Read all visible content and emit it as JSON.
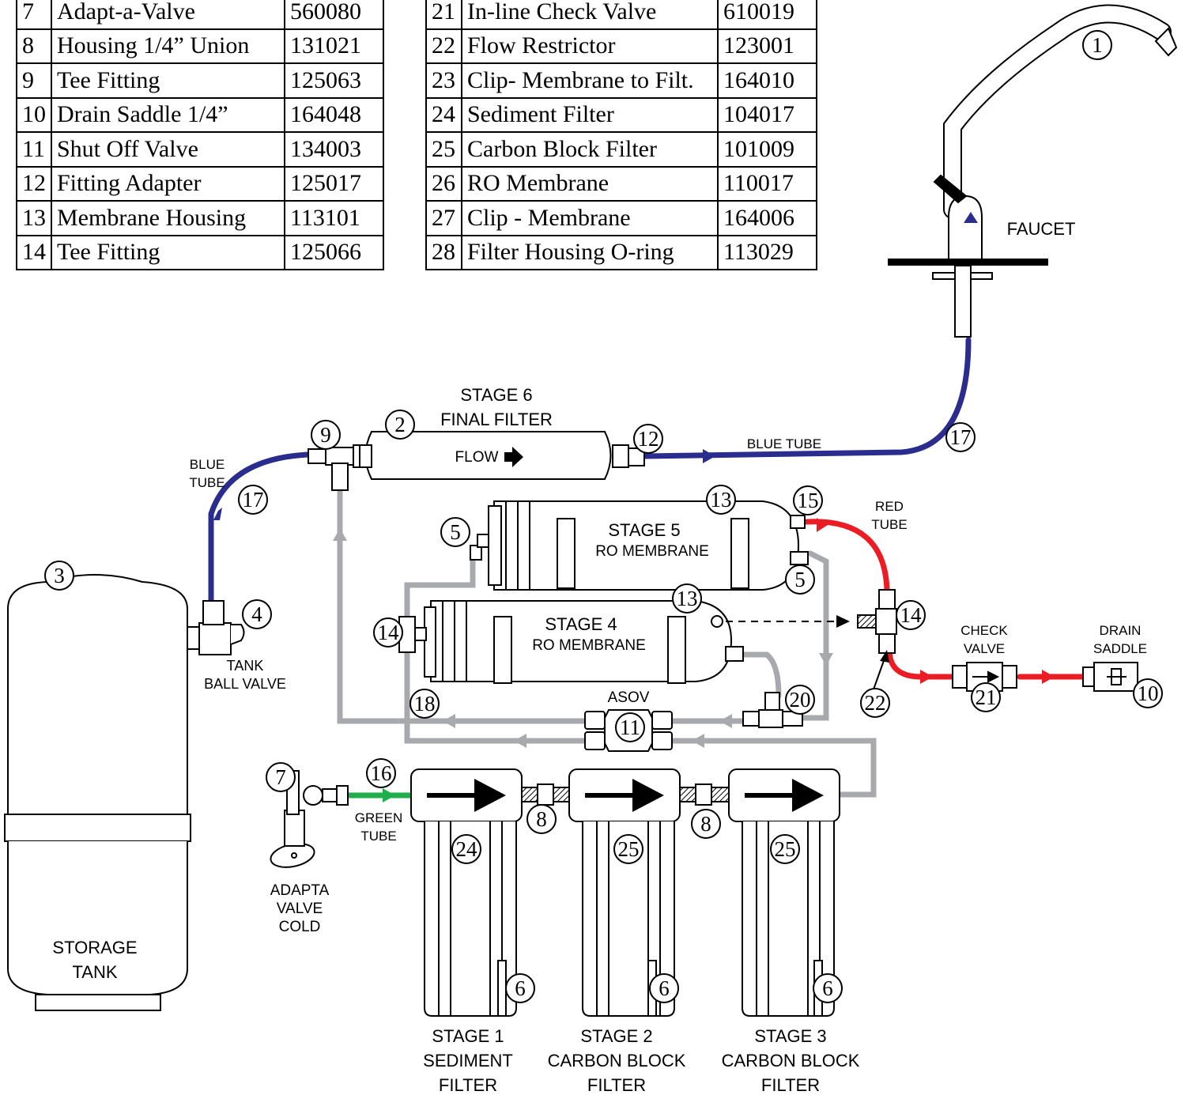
{
  "parts_table_left": [
    {
      "num": "7",
      "desc": "Adapt-a-Valve",
      "part": "560080"
    },
    {
      "num": "8",
      "desc": "Housing 1/4” Union",
      "part": "131021"
    },
    {
      "num": "9",
      "desc": "Tee Fitting",
      "part": "125063"
    },
    {
      "num": "10",
      "desc": "Drain Saddle 1/4”",
      "part": "164048"
    },
    {
      "num": "11",
      "desc": "Shut Off Valve",
      "part": "134003"
    },
    {
      "num": "12",
      "desc": "Fitting Adapter",
      "part": "125017"
    },
    {
      "num": "13",
      "desc": "Membrane Housing",
      "part": "113101"
    },
    {
      "num": "14",
      "desc": "Tee Fitting",
      "part": "125066"
    }
  ],
  "parts_table_right": [
    {
      "num": "21",
      "desc": "In-line Check Valve",
      "part": "610019"
    },
    {
      "num": "22",
      "desc": "Flow Restrictor",
      "part": "123001"
    },
    {
      "num": "23",
      "desc": "Clip- Membrane to Filt.",
      "part": "164010"
    },
    {
      "num": "24",
      "desc": "Sediment Filter",
      "part": "104017"
    },
    {
      "num": "25",
      "desc": "Carbon Block Filter",
      "part": "101009"
    },
    {
      "num": "26",
      "desc": "RO Membrane",
      "part": "110017"
    },
    {
      "num": "27",
      "desc": "Clip - Membrane",
      "part": "164006"
    },
    {
      "num": "28",
      "desc": "Filter Housing O-ring",
      "part": "113029"
    }
  ],
  "labels": {
    "faucet": "FAUCET",
    "stage6_line1": "STAGE 6",
    "stage6_line2": "FINAL FILTER",
    "flow": "FLOW",
    "blue_tube": "BLUE TUBE",
    "blue_tube_l1": "BLUE",
    "blue_tube_l2": "TUBE",
    "red_tube_l1": "RED",
    "red_tube_l2": "TUBE",
    "stage5_line1": "STAGE 5",
    "stage5_line2": "RO MEMBRANE",
    "stage4_line1": "STAGE 4",
    "stage4_line2": "RO MEMBRANE",
    "tank_valve_l1": "TANK",
    "tank_valve_l2": "BALL VALVE",
    "check_valve_l1": "CHECK",
    "check_valve_l2": "VALVE",
    "drain_saddle_l1": "DRAIN",
    "drain_saddle_l2": "SADDLE",
    "asov": "ASOV",
    "green_tube_l1": "GREEN",
    "green_tube_l2": "TUBE",
    "adapta_l1": "ADAPTA",
    "adapta_l2": "VALVE",
    "adapta_l3": "COLD",
    "storage_l1": "STORAGE",
    "storage_l2": "TANK",
    "stage1_l1": "STAGE 1",
    "stage1_l2": "SEDIMENT",
    "stage1_l3": "FILTER",
    "stage2_l1": "STAGE 2",
    "stage2_l2": "CARBON BLOCK",
    "stage2_l3": "FILTER",
    "stage3_l1": "STAGE 3",
    "stage3_l2": "CARBON BLOCK",
    "stage3_l3": "FILTER"
  },
  "callouts": {
    "c1": "1",
    "c2": "2",
    "c3": "3",
    "c4": "4",
    "c5a": "5",
    "c5b": "5",
    "c6a": "6",
    "c6b": "6",
    "c6c": "6",
    "c7": "7",
    "c8a": "8",
    "c8b": "8",
    "c9": "9",
    "c10": "10",
    "c11": "11",
    "c12": "12",
    "c13a": "13",
    "c13b": "13",
    "c14a": "14",
    "c14b": "14",
    "c15": "15",
    "c16": "16",
    "c17a": "17",
    "c17b": "17",
    "c18": "18",
    "c20": "20",
    "c21": "21",
    "c22": "22",
    "c24": "24",
    "c25a": "25",
    "c25b": "25"
  },
  "colors": {
    "blue_tube": "#2b2d8e",
    "red_tube": "#ec1c24",
    "green_tube": "#1fae4b",
    "gray_tube": "#a7a9ac"
  }
}
